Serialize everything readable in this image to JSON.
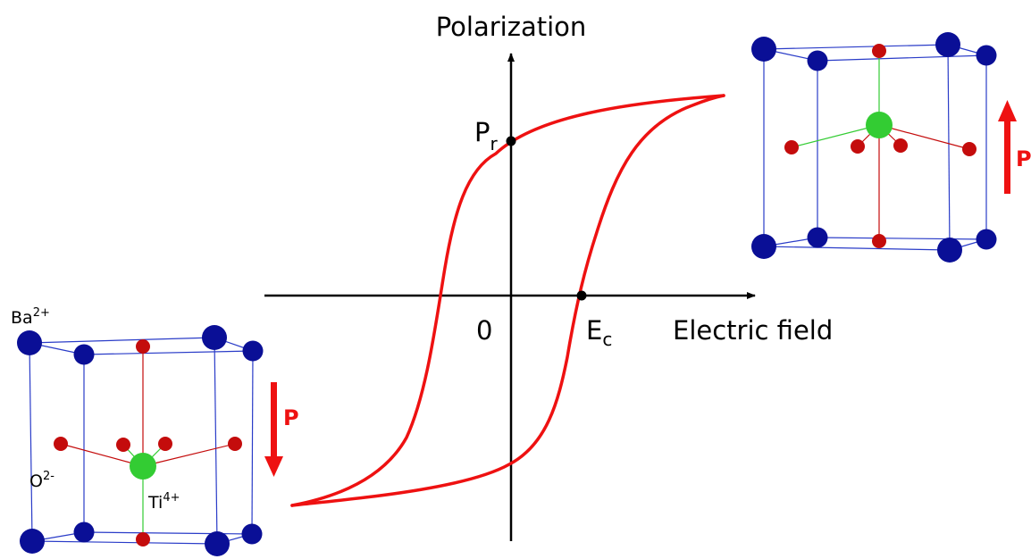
{
  "diagram": {
    "y_axis_label": "Polarization",
    "x_axis_label": "Electric field",
    "origin_label": "0",
    "pr_label": {
      "main": "P",
      "sub": "r"
    },
    "ec_label": {
      "main": "E",
      "sub": "c"
    }
  },
  "crystal_labels": {
    "ba": {
      "main": "Ba",
      "sup": "2+"
    },
    "o": {
      "main": "O",
      "sup": "2-"
    },
    "ti": {
      "main": "Ti",
      "sup": "4+"
    }
  },
  "polarization_up": {
    "label": "P",
    "direction": "up"
  },
  "polarization_down": {
    "label": "P",
    "direction": "down"
  },
  "colors": {
    "loop": "#ee1111",
    "arrow": "#ee1111",
    "ba_atom": "#0a0f96",
    "o_atom": "#c40c0c",
    "ti_atom": "#33cc33",
    "cell_edge": "#2a3cc8"
  }
}
